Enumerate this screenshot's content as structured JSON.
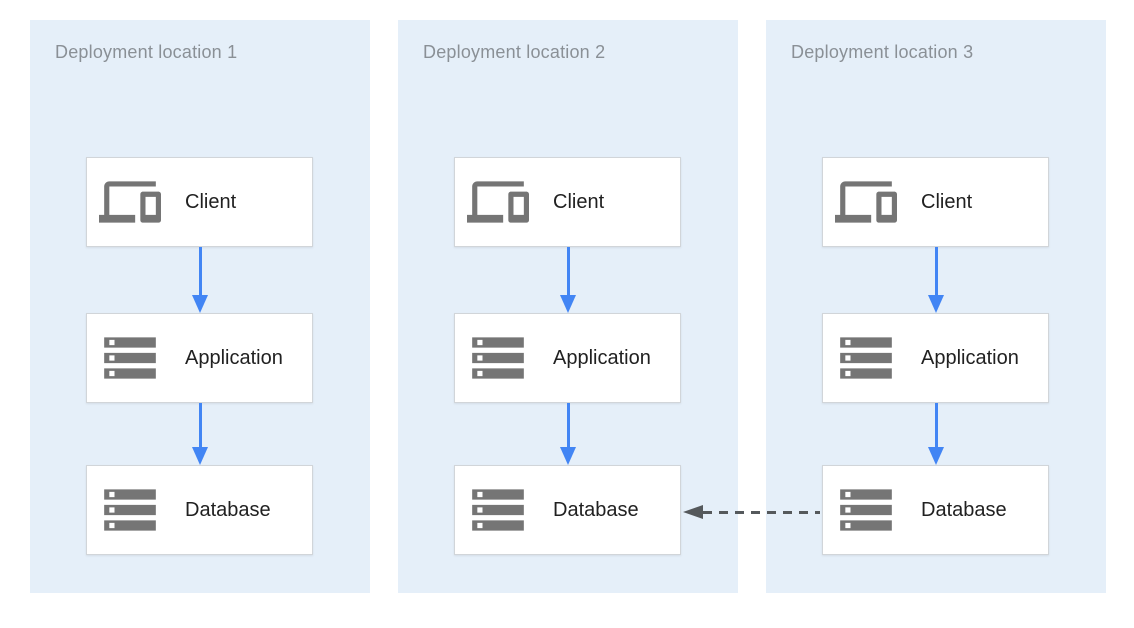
{
  "diagram": {
    "panels": [
      {
        "title": "Deployment location 1",
        "nodes": [
          {
            "label": "Client",
            "icon": "devices-icon"
          },
          {
            "label": "Application",
            "icon": "storage-icon"
          },
          {
            "label": "Database",
            "icon": "storage-icon"
          }
        ],
        "flows": [
          "Client → Application",
          "Application → Database"
        ]
      },
      {
        "title": "Deployment location 2",
        "nodes": [
          {
            "label": "Client",
            "icon": "devices-icon"
          },
          {
            "label": "Application",
            "icon": "storage-icon"
          },
          {
            "label": "Database",
            "icon": "storage-icon"
          }
        ],
        "flows": [
          "Client → Application",
          "Application → Database"
        ]
      },
      {
        "title": "Deployment location 3",
        "nodes": [
          {
            "label": "Client",
            "icon": "devices-icon"
          },
          {
            "label": "Application",
            "icon": "storage-icon"
          },
          {
            "label": "Database",
            "icon": "storage-icon"
          }
        ],
        "flows": [
          "Client → Application",
          "Application → Database"
        ]
      }
    ],
    "cross_connection": {
      "from": "Database (Deployment location 3)",
      "to": "Database (Deployment location 2)",
      "style": "dashed-arrow"
    },
    "colors": {
      "panel_background": "#e5eff9",
      "arrow_blue": "#4285f4",
      "icon_gray": "#757575",
      "dashed_arrow_gray": "#55595c",
      "box_border": "#d1d5d9",
      "title_text": "#8a9096",
      "label_text": "#212121"
    }
  }
}
